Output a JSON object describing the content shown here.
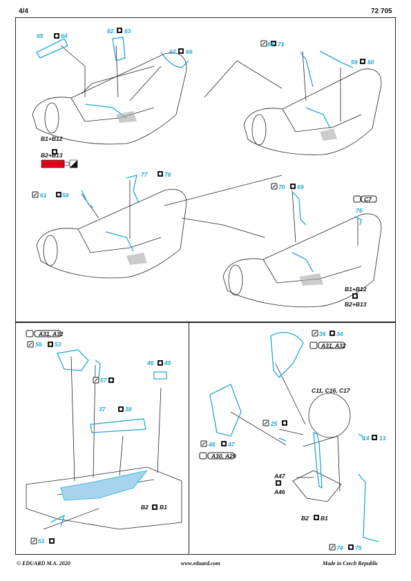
{
  "header": {
    "page": "4/4",
    "code": "72 705"
  },
  "colors": {
    "part": "#1ba8d6",
    "ink": "#111111",
    "paint_red": "#e0001b"
  },
  "panel1": {
    "labels": {
      "l65": "65",
      "l64": "64",
      "l62": "62",
      "l63": "63",
      "l67": "67",
      "l66": "66",
      "l68": "68",
      "l71": "71",
      "l59": "59",
      "l60": "60",
      "l61": "61",
      "l58": "58",
      "l77": "77",
      "l78": "78",
      "l70": "70",
      "l69": "69",
      "c7": "C7",
      "l76": "76",
      "b1b12_left": "B1+B12",
      "b2b13_left": "B2+B13",
      "b1b12_right": "B1+B12",
      "b2b13_right": "B2+B13"
    }
  },
  "panel2": {
    "labels": {
      "a31a32": "A31, A32",
      "l56": "56",
      "l53": "53",
      "l57": "57",
      "l46": "46",
      "l45": "45",
      "l37": "37",
      "l38": "38",
      "b2": "B2",
      "b1": "B1",
      "l51": "51"
    }
  },
  "panel3": {
    "labels": {
      "l36": "36",
      "l34": "34",
      "a31a32": "A31, A32",
      "c11": "C11, C16, C17",
      "l25": "25",
      "l14": "14",
      "l13": "13",
      "l48": "48",
      "l47": "47",
      "a30a29": "A30, A29",
      "a47": "A47",
      "a46": "A46",
      "b2": "B2",
      "b1": "B1",
      "l74": "74",
      "l75": "75"
    }
  },
  "footer": {
    "left": "© EDUARD  M.A. 2020",
    "center": "www.eduard.com",
    "right": "Made in Czech Republic"
  }
}
